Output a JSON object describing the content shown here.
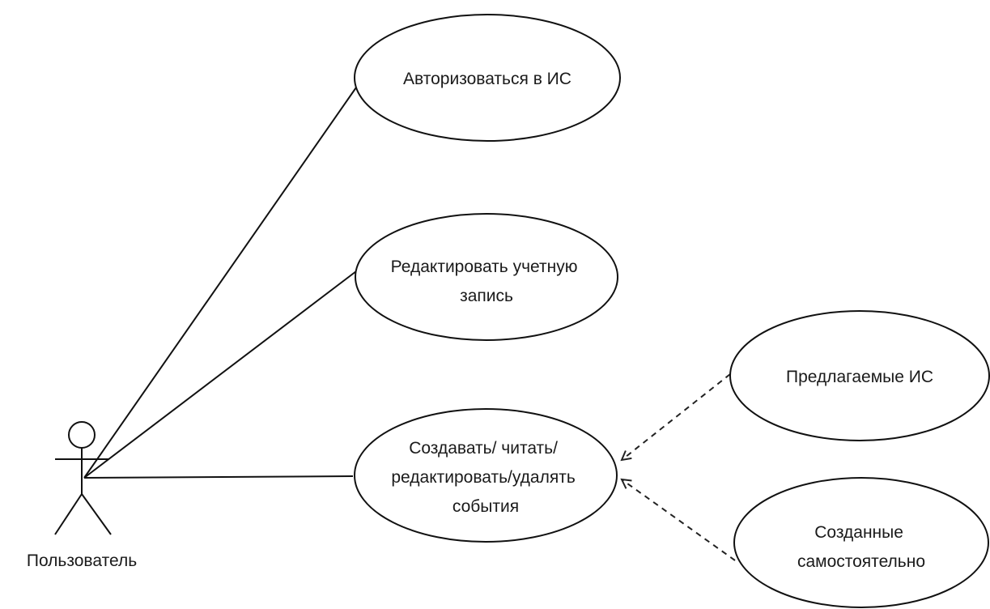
{
  "actor": {
    "label": "Пользователь"
  },
  "use_cases": {
    "authorize": {
      "lines": [
        "Авторизоваться в ИС"
      ]
    },
    "edit_account": {
      "lines": [
        "Редактировать учетную",
        "запись"
      ]
    },
    "crud_events": {
      "lines": [
        "Создавать/ читать/",
        "редактировать/удалять",
        "события"
      ]
    },
    "suggested_is": {
      "lines": [
        "Предлагаемые ИС"
      ]
    },
    "created_self": {
      "lines": [
        "Созданные",
        "самостоятельно"
      ]
    }
  }
}
